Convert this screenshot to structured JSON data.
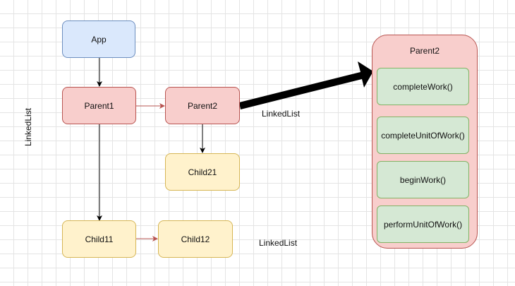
{
  "nodes": {
    "app": "App",
    "parent1": "Parent1",
    "parent2": "Parent2",
    "child21": "Child21",
    "child11": "Child11",
    "child12": "Child12"
  },
  "container": {
    "title": "Parent2",
    "items": [
      "completeWork()",
      "completeUnitOfWork()",
      "beginWork()",
      "performUnitOfWork()"
    ]
  },
  "labels": {
    "left_vertical": "LinkedList",
    "top_right": "LinkedList",
    "bottom_right": "LinkedList"
  },
  "colors": {
    "blue_fill": "#dae8fc",
    "red_fill": "#f8cecc",
    "yellow_fill": "#fff2cc",
    "green_fill": "#d5e8d4",
    "sibling_arrow": "#b85450",
    "child_arrow": "#000000"
  }
}
